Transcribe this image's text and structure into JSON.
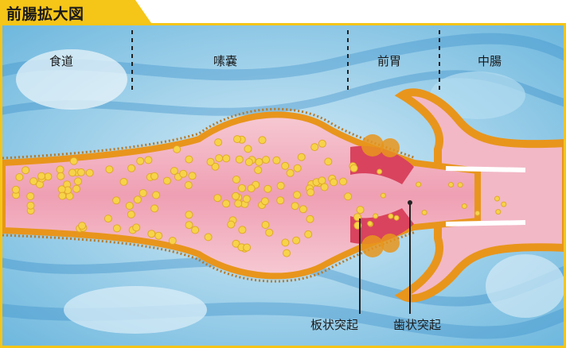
{
  "title": "前腸拡大図",
  "regions": [
    "食道",
    "嗉嚢",
    "前胃",
    "中腸"
  ],
  "callouts": [
    "板状突起",
    "歯状突起"
  ],
  "colors": {
    "title_bar": "#f5c518",
    "background_blue": "#8fcde8",
    "deep_blue": "#2f84c4",
    "wall_orange": "#e8951c",
    "lumen_pink": "#f2b8c6",
    "granule_yellow": "#f7d34a",
    "process_red": "#d9435e"
  }
}
